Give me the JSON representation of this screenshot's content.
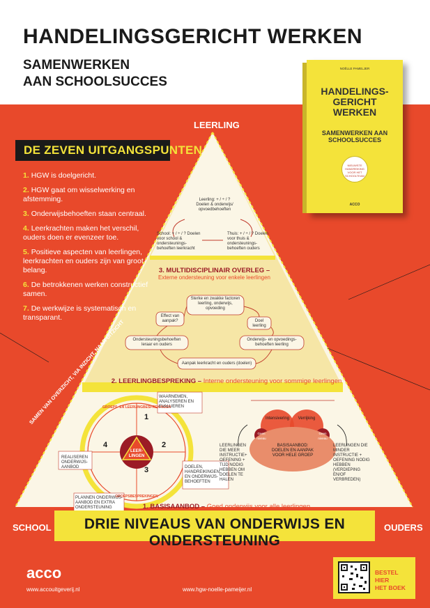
{
  "header": {
    "title": "HANDELINGSGERICHT WERKEN",
    "subtitle_line1": "SAMENWERKEN",
    "subtitle_line2": "AAN SCHOOLSUCCES"
  },
  "book": {
    "author": "NOËLLE PAMELJER",
    "title_line1": "HANDELINGS-",
    "title_line2": "GERICHT",
    "title_line3": "WERKEN",
    "sub_line1": "SAMENWERKEN AAN",
    "sub_line2": "SCHOOLSUCCES",
    "badge_line1": "NIEUWSTE",
    "badge_line2": "HANDREIKING",
    "badge_line3": "VOOR HET",
    "badge_line4": "SCHOOLTEAM",
    "publisher": "ACCO"
  },
  "principles": {
    "heading": "DE ZEVEN UITGANGSPUNTEN",
    "items": [
      {
        "num": "1.",
        "text": "HGW is doelgericht."
      },
      {
        "num": "2.",
        "text": "HGW gaat om wisselwerking en afstemming."
      },
      {
        "num": "3.",
        "text": "Onderwijsbehoeften staan centraal."
      },
      {
        "num": "4.",
        "text": "Leerkrachten maken het verschil, ouders doen er evenzeer toe."
      },
      {
        "num": "5.",
        "text": "Positieve aspecten van leerlingen, leerkrachten en ouders zijn van groot belang."
      },
      {
        "num": "6.",
        "text": "De betrokkenen werken constructief samen."
      },
      {
        "num": "7.",
        "text": "De werkwijze is systematisch en transparant."
      }
    ]
  },
  "pyramid": {
    "apex": "LEERLING",
    "side_text": "SAMEN VAN OVERZICHT, VIA INZICHT, NAAR UITZICHT",
    "level3": {
      "title": "3. MULTIDISCIPLINAIR OVERLEG –",
      "sub": "Externe ondersteuning voor enkele leerlingen",
      "top_node": "Leerling: + / ÷ / ? Doelen & onderwijs/ opvoedbehoeften",
      "left_node": "School: + / ÷ / ? Doelen voor school & ondersteunings- behoeften leerkracht",
      "right_node": "Thuis: + / ÷ / ? Doelen voor thuis & ondersteunings- behoeften ouders"
    },
    "level2": {
      "title": "2. LEERLINGBESPREKING –",
      "sub": "Interne ondersteuning voor sommige leerlingen",
      "n1": "Sterke en zwakke factoren leerling, onderwijs, opvoeding",
      "n2": "Doel leerling",
      "n3": "Onderwijs- en opvoedings- behoeften leerling",
      "n4": "Aanpak leerkracht en ouders (doelen)",
      "n5": "Ondersteuningsbehoeften leraar en ouders",
      "n6": "Effect van aanpak?"
    },
    "level1": {
      "title": "1. BASISAANBOD –",
      "sub": "Goed onderwijs voor alle leerlingen",
      "wheel_center": "LEER- LINGEN",
      "wheel_top": "GROEPS- EN LEERLINGBESPREKINGEN",
      "wheel_bottom": "GROEPSBESPREKINGEN",
      "q1": "1",
      "q2": "2",
      "q3": "3",
      "q4": "4",
      "box_top": "WAARNEMEN, ANALYSEREN EN EVALUEREN",
      "box_right": "DOELEN, HANDREIKINGEN, EN ONDERWIJS- BEHOEFTEN",
      "box_left": "REALISEREN ONDERWIJS- AANBOD",
      "box_bottom": "PLANNEN ONDERWIJS- AANBOD EN EXTRA ONDERSTEUNING",
      "venn_left": "Intensivering",
      "venn_right": "Verrijking",
      "venn_small_left": "Geen niveau",
      "venn_small_right": "Geen niveau",
      "venn_center": "BASISAANBOD: DOELEN EN AANPAK VOOR HELE GROEP",
      "left_text": "LEERLINGEN DIE MEER INSTRUCTIE+ OEFENING + TIJD NODIG HEBBEN OM DOELEN TE HALEN",
      "right_text": "LEERLINGEN DIE MINDER INSTRUCTIE + OEFENING NODIG HEBBEN (VERDIEPING EN/OF VERBREDEN)"
    }
  },
  "banner": {
    "text": "DRIE NIVEAUS VAN ONDERWIJS EN ONDERSTEUNING",
    "left": "SCHOOL",
    "right": "OUDERS"
  },
  "footer": {
    "brand": "acco",
    "url_left": "www.accouitgeverij.nl",
    "url_center": "www.hgw-noelle-pameijer.nl",
    "order_line1": "BESTEL HIER",
    "order_line2": "HET BOEK"
  },
  "colors": {
    "red": "#e8492b",
    "yellow": "#f4e33a",
    "cream": "#fbf2c9",
    "dark": "#1a1a1a"
  }
}
